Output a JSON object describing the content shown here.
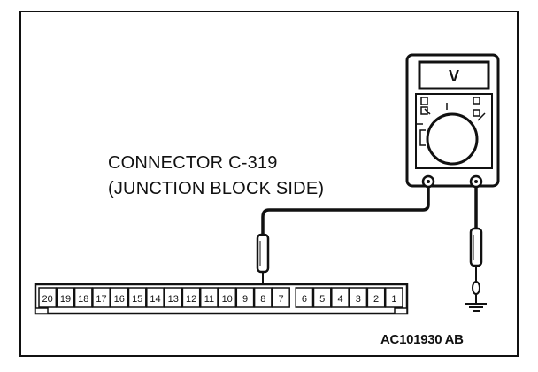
{
  "diagram": {
    "connector_label_line1": "CONNECTOR C-319",
    "connector_label_line2": "(JUNCTION BLOCK SIDE)",
    "figure_id": "AC101930 AB",
    "meter_symbol": "V",
    "pins": [
      "20",
      "19",
      "18",
      "17",
      "16",
      "15",
      "14",
      "13",
      "12",
      "11",
      "10",
      "9",
      "8",
      "7",
      "6",
      "5",
      "4",
      "3",
      "2",
      "1"
    ],
    "probed_pin": "8"
  }
}
